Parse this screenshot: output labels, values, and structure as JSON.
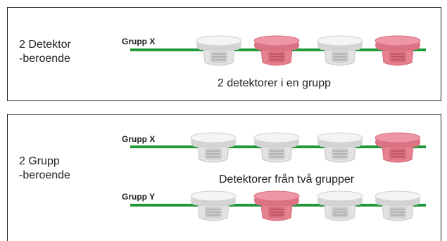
{
  "panels": [
    {
      "title_line1": "2 Detektor",
      "title_line2": "-beroende",
      "caption": "2 detektorer i en grupp",
      "groups": [
        {
          "label": "Grupp X",
          "detectors": [
            "normal",
            "alarm",
            "normal",
            "alarm"
          ]
        }
      ]
    },
    {
      "title_line1": "2 Grupp",
      "title_line2": "-beroende",
      "caption": "Detektorer från två grupper",
      "groups": [
        {
          "label": "Grupp X",
          "detectors": [
            "normal",
            "normal",
            "normal",
            "alarm"
          ]
        },
        {
          "label": "Grupp Y",
          "detectors": [
            "normal",
            "alarm",
            "normal",
            "normal"
          ]
        }
      ]
    }
  ],
  "colors": {
    "line": "#1f9a3a",
    "detector_normal": "#e6e6e6",
    "detector_alarm": "#e8808e",
    "border": "#222222"
  }
}
